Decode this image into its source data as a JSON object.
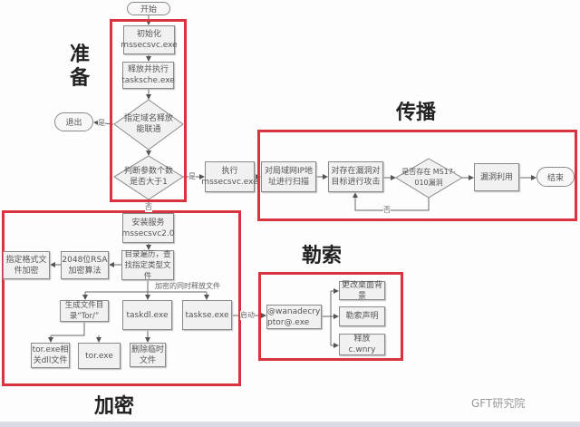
{
  "sections": {
    "prepare": "准备",
    "spread": "传播",
    "encrypt": "加密",
    "ransom": "勒索"
  },
  "nodes": {
    "start": "开始",
    "init": "初始化 mssecsvc.exe",
    "release_tasksche": "释放并执行 tasksche.exe",
    "domain_check": "指定域名释放能联通",
    "exit": "退出",
    "param_check": "判断参数个数是否大于1",
    "exec_mssecsvc": "执行 mssecsvc.exe",
    "scan_lan": "对局域网IP地址进行扫描",
    "attack": "对存在漏洞对目标进行攻击",
    "ms17_check": "是否存在 MS17-010漏洞",
    "exploit": "漏洞利用",
    "end": "结束",
    "install_service": "安装服务 mssecsvc2.0",
    "traverse": "目录遍历，查找指定类型文件",
    "rsa": "2048位RSA 加密算法",
    "encrypt_files": "指定格式文件加密",
    "gen_tor": "生成文件目录“Tor/”",
    "taskdl": "taskdl.exe",
    "taskse": "taskse.exe",
    "tor_dll": "tor.exe相关dll文件",
    "tor_exe": "tor.exe",
    "delete_tmp": "删除临时文件",
    "wanadecryptor": "@wanadecryptor@.exe",
    "change_wallpaper": "更改桌面背景",
    "ransom_note": "勒索声明",
    "release_wnry": "释放 c.wnry"
  },
  "edge_labels": {
    "yes1": "是",
    "yes2": "是",
    "no1": "否",
    "no2": "否",
    "release_while_encrypt": "加密的同时释放文件",
    "launch": "启动"
  },
  "watermark": "GFT研究院",
  "colors": {
    "highlight": "#d9333f",
    "box": "#f1f1f1"
  }
}
